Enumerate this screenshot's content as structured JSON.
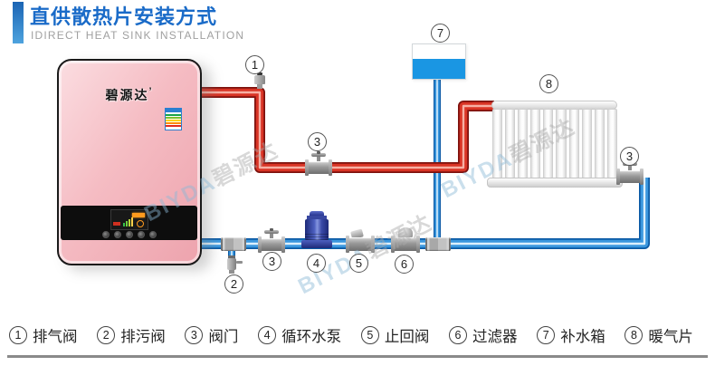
{
  "header": {
    "title": "直供散热片安装方式",
    "subtitle": "IDIRECT HEAT SINK INSTALLATION",
    "accent_color": "#1a6bc8"
  },
  "watermark": {
    "latin": "BIYDA",
    "cjk": "碧源达"
  },
  "heater": {
    "brand": "碧源达",
    "brand_mark": "’"
  },
  "diagram": {
    "callouts": {
      "air_vent_valve": "1",
      "drain_valve": "2",
      "supply_valve": "3",
      "return_valve": "3",
      "radiator_valve": "3",
      "pump": "4",
      "check_valve": "5",
      "filter": "6",
      "tank": "7",
      "radiator": "8"
    },
    "colors": {
      "supply_pipe": "#d93425",
      "return_pipe": "#3a97de",
      "tank_water": "#1a96e3",
      "pump_body": "#2a3790",
      "heater_body": "#f5bcc3"
    }
  },
  "legend": {
    "items": [
      {
        "num": "1",
        "label": "排气阀"
      },
      {
        "num": "2",
        "label": "排污阀"
      },
      {
        "num": "3",
        "label": "阀门"
      },
      {
        "num": "4",
        "label": "循环水泵"
      },
      {
        "num": "5",
        "label": "止回阀"
      },
      {
        "num": "6",
        "label": "过滤器"
      },
      {
        "num": "7",
        "label": "补水箱"
      },
      {
        "num": "8",
        "label": "暖气片"
      }
    ]
  }
}
